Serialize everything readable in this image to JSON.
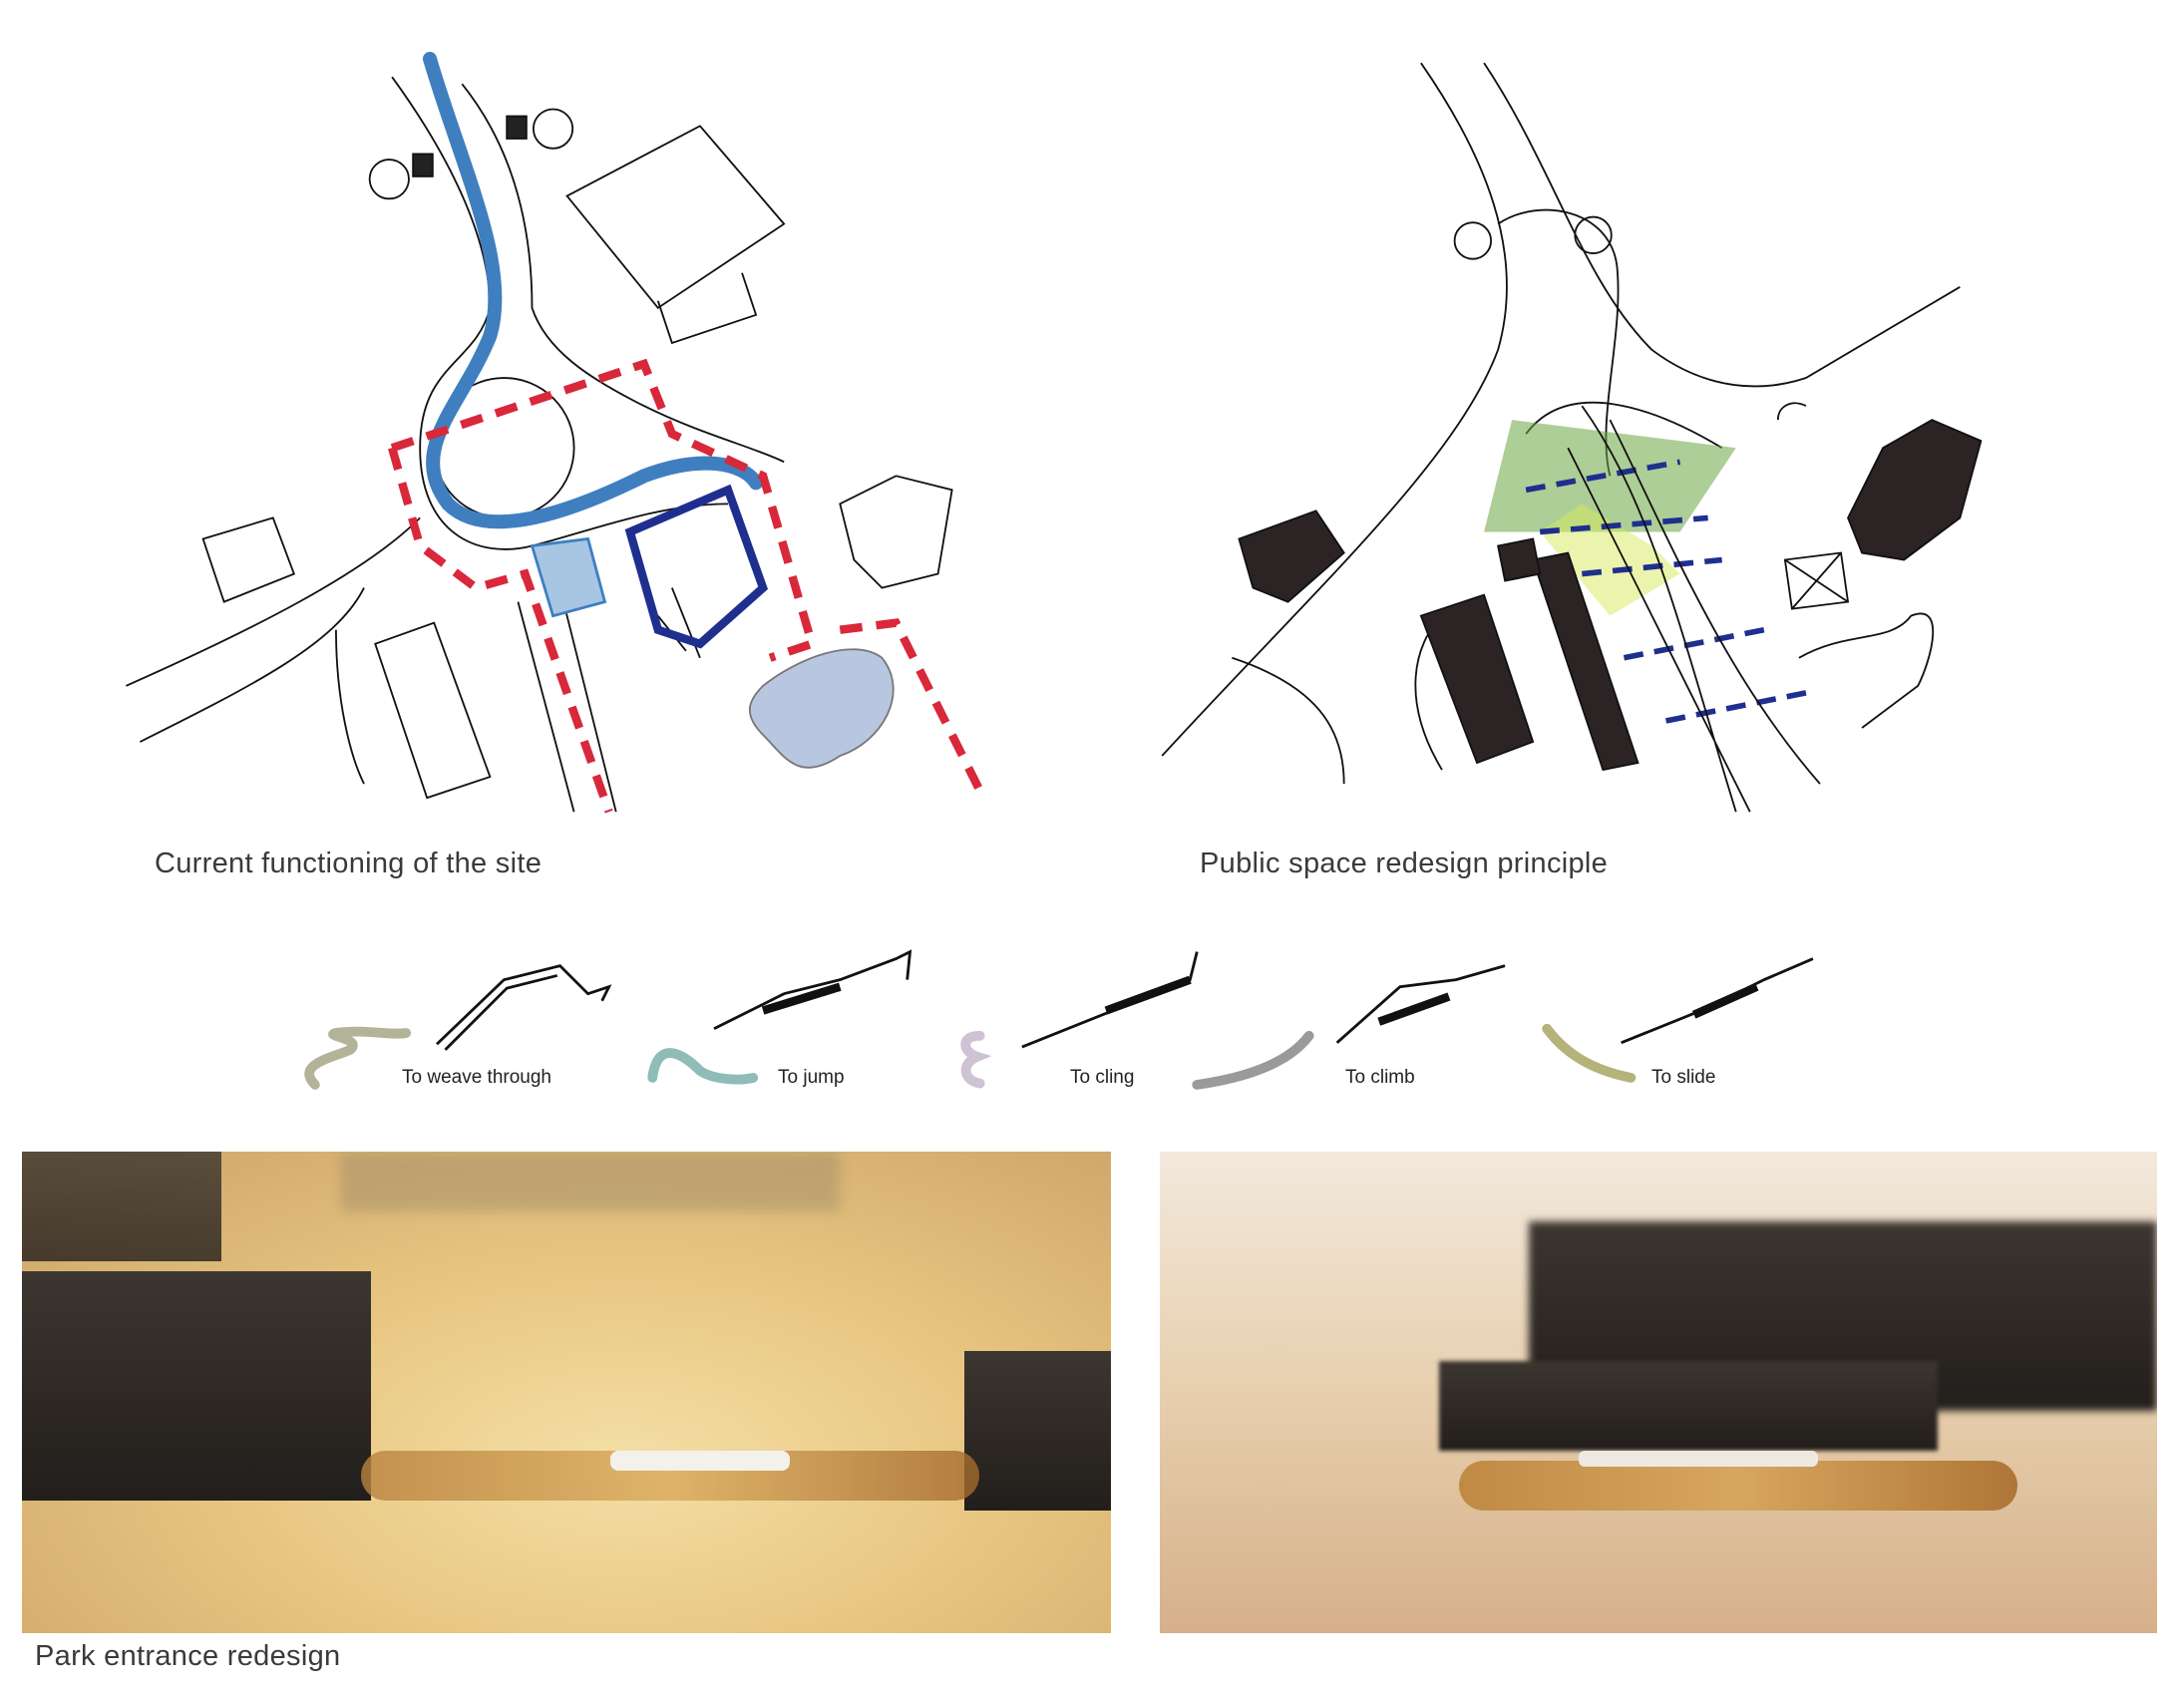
{
  "captions": {
    "current": "Current functioning of the site",
    "redesign": "Public space redesign principle",
    "park": "Park entrance redesign"
  },
  "movements": [
    {
      "label": "To weave through",
      "icon": "weave-squiggle-icon",
      "color": "#b3b39a"
    },
    {
      "label": "To jump",
      "icon": "jump-arc-icon",
      "color": "#8fbcb7"
    },
    {
      "label": "To cling",
      "icon": "cling-coil-icon",
      "color": "#cdc3d3"
    },
    {
      "label": "To climb",
      "icon": "climb-arrow-icon",
      "color": "#9a9a9a"
    },
    {
      "label": "To slide",
      "icon": "slide-arrow-icon",
      "color": "#b5b27a"
    }
  ],
  "colors": {
    "path_blue": "#3f7fc0",
    "boundary_red": "#d8283a",
    "plan_blue": "#1f2f8f",
    "green": "#5a9a3a",
    "yellow": "#d8ea5a"
  }
}
